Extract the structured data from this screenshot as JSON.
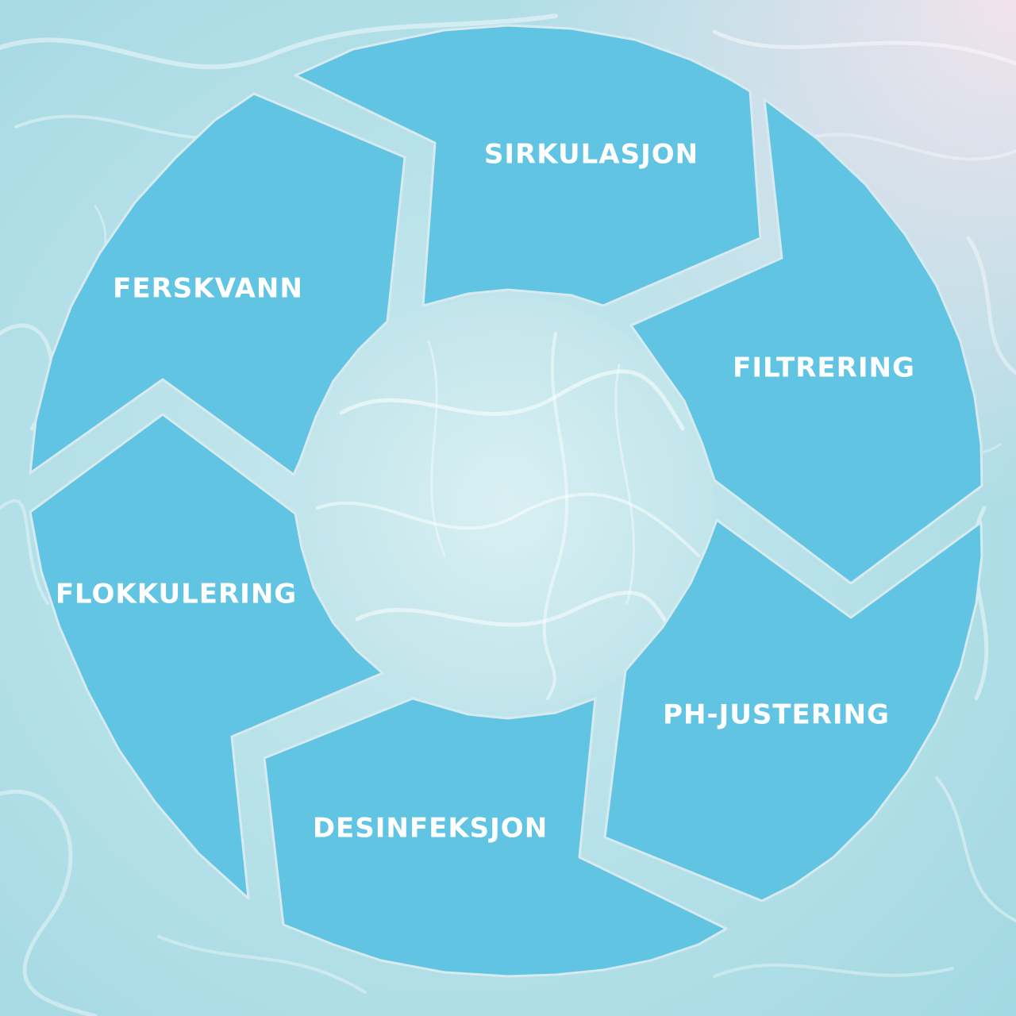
{
  "colors": {
    "segment_fill": "#62c4e3",
    "segment_edge": "#d7eaf0",
    "water_light": "#d6eef2",
    "water_mid": "#a9dbe4",
    "water_deep": "#8fcfdc",
    "highlight": "#ffffff",
    "label": "#ffffff",
    "pink_tint": "#f6e4ee"
  },
  "cycle": {
    "steps": [
      {
        "id": "sirkulasjon",
        "label": "SIRKULASJON"
      },
      {
        "id": "filtrering",
        "label": "FILTRERING"
      },
      {
        "id": "ph-justering",
        "label": "PH-JUSTERING"
      },
      {
        "id": "desinfeksjon",
        "label": "DESINFEKSJON"
      },
      {
        "id": "flokkulering",
        "label": "FLOKKULERING"
      },
      {
        "id": "ferskvann",
        "label": "FERSKVANN"
      }
    ]
  }
}
